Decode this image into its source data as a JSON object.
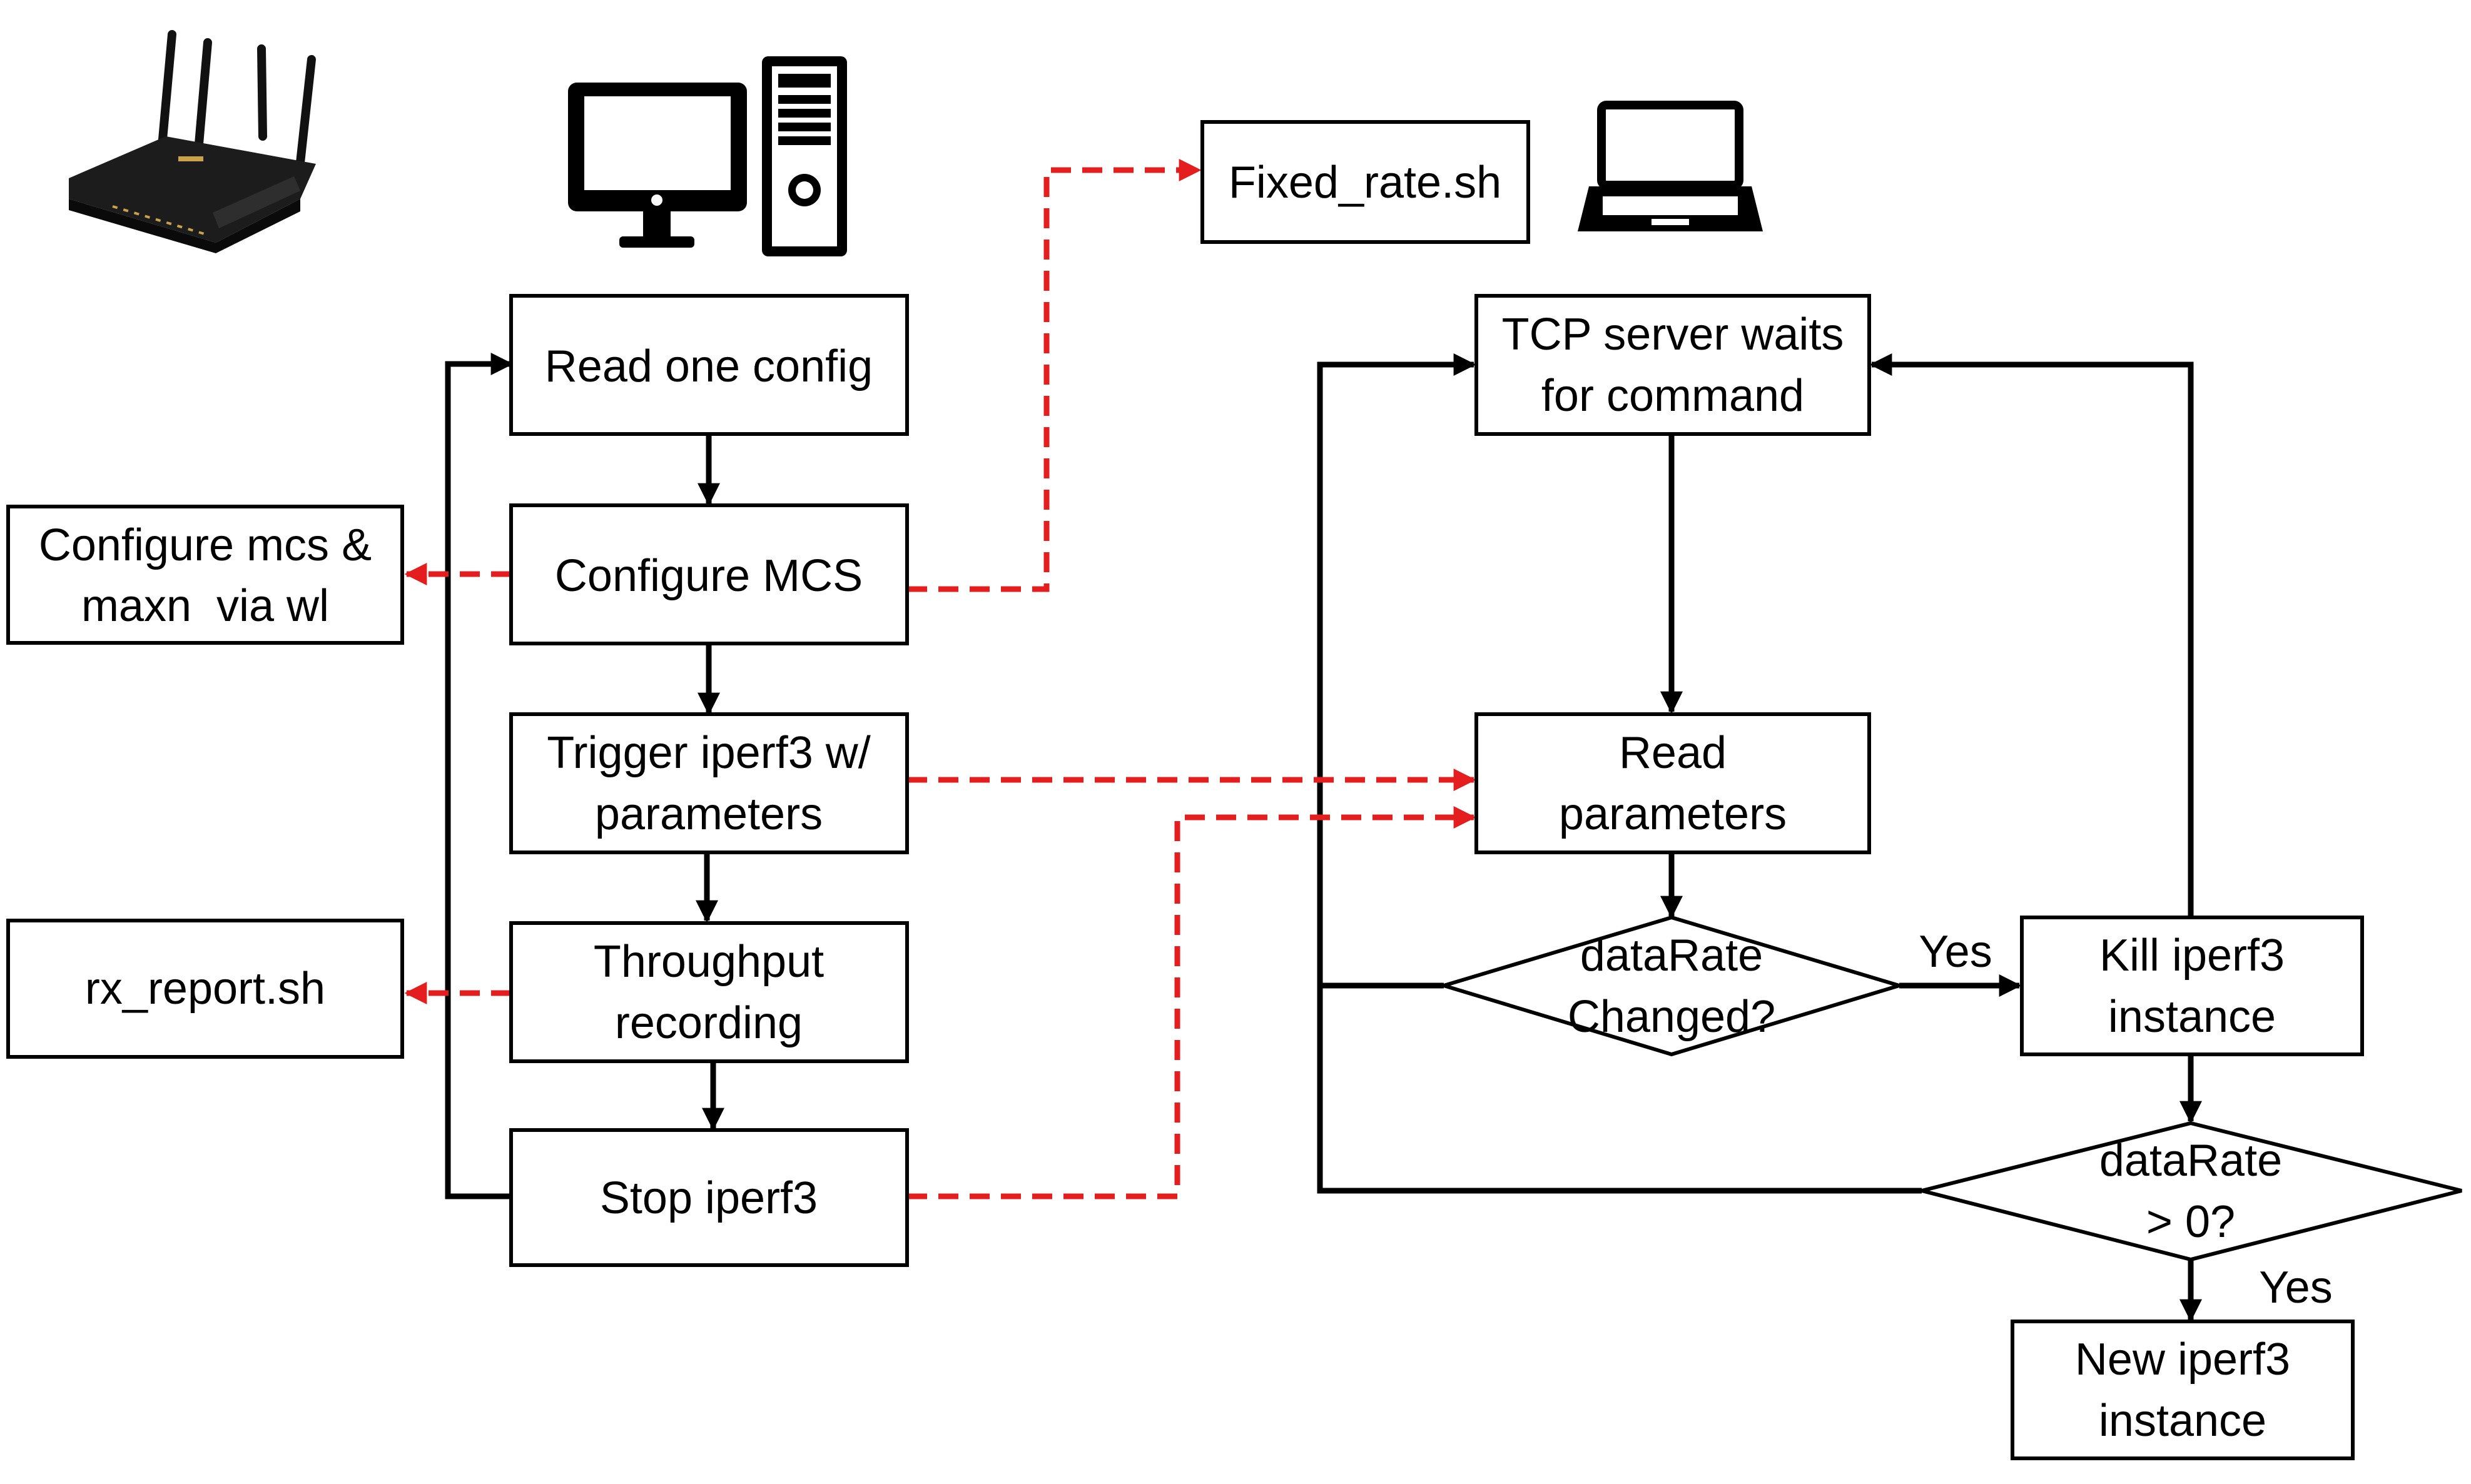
{
  "colors": {
    "stroke": "#000000",
    "dashed_arrow": "#e41e1e",
    "background": "#ffffff",
    "router_accent": "#c9a24a"
  },
  "icons": {
    "router": "wifi-router-icon",
    "desktop": "desktop-computer-icon",
    "laptop": "laptop-icon"
  },
  "nodes": {
    "read_config": [
      "Read one config"
    ],
    "configure_mcs": [
      "Configure MCS"
    ],
    "trigger_iperf": [
      "Trigger iperf3 w/",
      "parameters"
    ],
    "throughput": [
      "Throughput",
      "recording"
    ],
    "stop_iperf": [
      "Stop iperf3"
    ],
    "configure_wl": [
      "Configure mcs &",
      "maxn  via wl"
    ],
    "rx_report": [
      "rx_report.sh"
    ],
    "fixed_rate": [
      "Fixed_rate.sh"
    ],
    "tcp_server": [
      "TCP server waits",
      "for command"
    ],
    "read_params": [
      "Read",
      "parameters"
    ],
    "datarate_changed": [
      "dataRate",
      "Changed?"
    ],
    "kill_iperf": [
      "Kill iperf3",
      "instance"
    ],
    "datarate_gt0": [
      "dataRate",
      "> 0?"
    ],
    "new_iperf": [
      "New iperf3",
      "instance"
    ]
  },
  "edge_labels": {
    "yes_changed": "Yes",
    "yes_gt0": "Yes"
  }
}
